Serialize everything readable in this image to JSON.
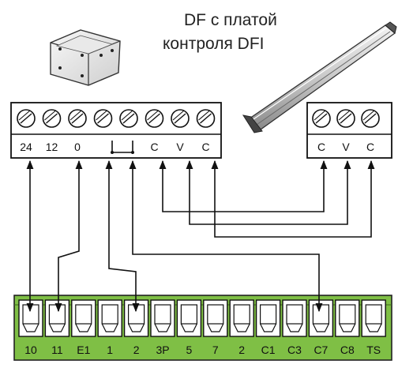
{
  "title": {
    "line1": "DF с платой",
    "line2": "контроля DFI"
  },
  "left_terminal_block": {
    "labels": [
      "24",
      "12",
      "0",
      "",
      "",
      "C",
      "V",
      "C"
    ]
  },
  "right_terminal_block": {
    "labels": [
      "C",
      "V",
      "C"
    ]
  },
  "control_board": {
    "labels": [
      "10",
      "11",
      "E1",
      "1",
      "2",
      "3P",
      "5",
      "7",
      "2",
      "C1",
      "C3",
      "C7",
      "C8",
      "TS"
    ],
    "color": "#7fbf45"
  },
  "colors": {
    "board_green": "#7fbf45",
    "line": "#111111",
    "safety_edge": "#c8c8c8"
  },
  "icons": [
    "junction-box-icon",
    "safety-edge-icon",
    "nc-contact-icon"
  ]
}
